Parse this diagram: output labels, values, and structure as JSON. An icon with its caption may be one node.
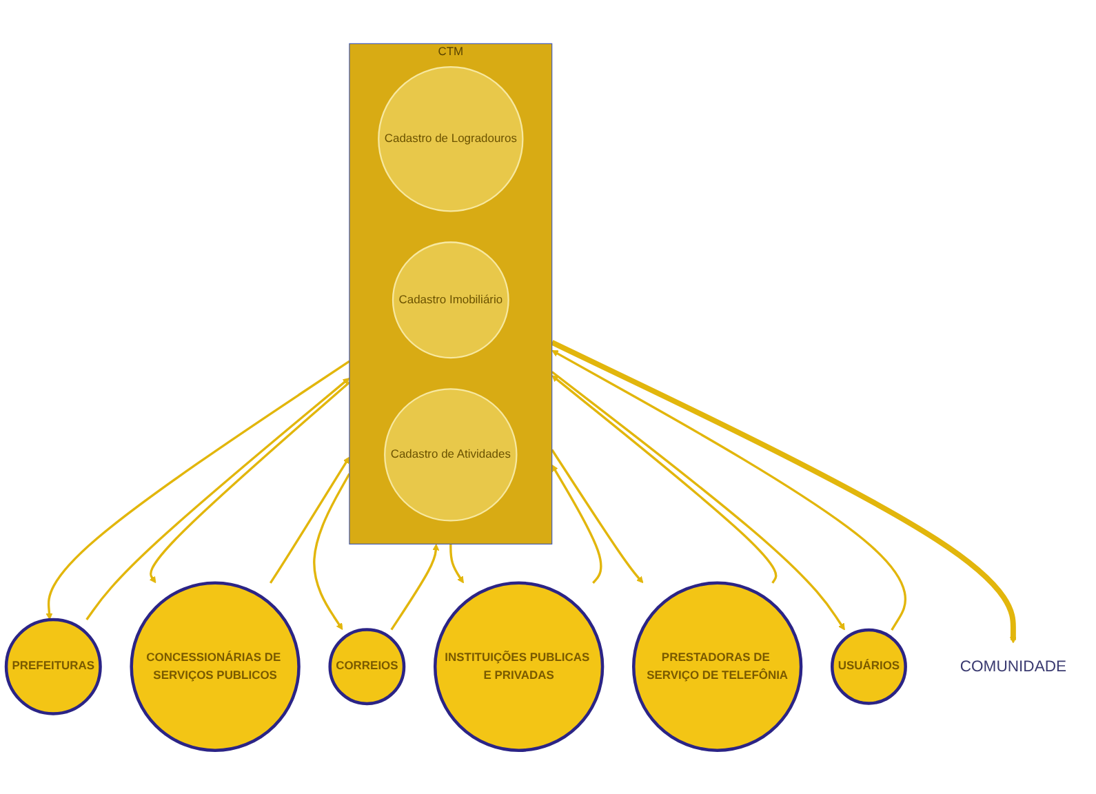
{
  "diagram": {
    "nodes": [
      {
        "text": [
          "PREFEITURAS"
        ]
      },
      {
        "text": [
          "CONCESSIONÁRIAS DE SERVIÇOS PUBLICOS"
        ]
      },
      {
        "text": [
          "CTM"
        ]
      },
      {
        "text": [
          "Cadastro de Logradouros"
        ],
        "in": 2
      },
      {
        "text": [
          "CORREIOS"
        ]
      },
      {
        "text": [
          "INSTITUIÇÕES PUBLICAS E PRIVADAS"
        ]
      },
      {
        "text": [
          "Cadastro Imobiliário"
        ],
        "in": 2
      },
      {
        "text": [
          "Cadastro de Atividades"
        ],
        "in": 2
      },
      {
        "text": [
          "PRESTADORAS DE SERVIÇO DE TELEFÔNIA"
        ]
      },
      {
        "text": [
          "USUÁRIOS"
        ]
      },
      {
        "text": [
          "COMUNIDADE"
        ]
      }
    ],
    "edges": [
      {
        "from": 0,
        "to": 2,
        "arrow": "to"
      },
      {
        "from": 2,
        "to": 0,
        "arrow": "to"
      },
      {
        "from": 1,
        "to": 2,
        "arrow": "to"
      },
      {
        "from": 2,
        "to": 1,
        "arrow": "to"
      },
      {
        "from": 2,
        "to": 4,
        "arrow": "to"
      },
      {
        "from": 4,
        "to": 2,
        "arrow": "to"
      },
      {
        "from": 2,
        "to": 5,
        "arrow": "to"
      },
      {
        "from": 5,
        "to": 2,
        "arrow": "to"
      },
      {
        "from": 8,
        "to": 2,
        "arrow": "to"
      },
      {
        "from": 2,
        "to": 8,
        "arrow": "to"
      },
      {
        "from": 9,
        "to": 2,
        "arrow": "to"
      },
      {
        "from": 2,
        "to": 9,
        "arrow": "to"
      },
      {
        "from": 2,
        "to": 10,
        "arrow": "to",
        "style": "thick"
      }
    ]
  }
}
